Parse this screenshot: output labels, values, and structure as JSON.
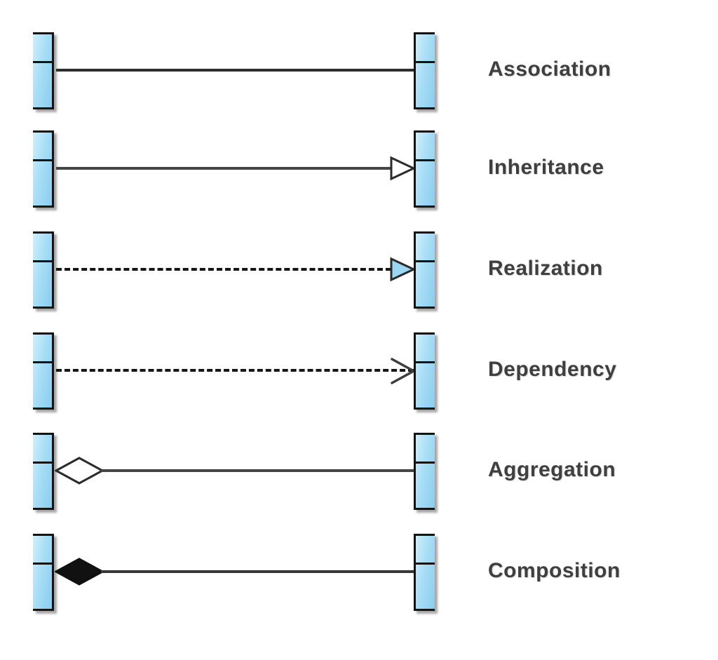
{
  "diagram": {
    "type": "uml-relationship-legend",
    "relationships": [
      {
        "label": "Association",
        "line": "solid",
        "source_marker": "none",
        "target_marker": "none"
      },
      {
        "label": "Inheritance",
        "line": "solid",
        "source_marker": "none",
        "target_marker": "hollow-triangle"
      },
      {
        "label": "Realization",
        "line": "dashed",
        "source_marker": "none",
        "target_marker": "blue-filled-triangle"
      },
      {
        "label": "Dependency",
        "line": "dashed",
        "source_marker": "none",
        "target_marker": "open-arrow"
      },
      {
        "label": "Aggregation",
        "line": "solid",
        "source_marker": "hollow-diamond",
        "target_marker": "none"
      },
      {
        "label": "Composition",
        "line": "solid",
        "source_marker": "filled-diamond",
        "target_marker": "none"
      }
    ],
    "artifacts": {
      "composition_right_box_mark": "("
    },
    "colors": {
      "box_fill_light": "#cfeffb",
      "box_fill_dark": "#8accee",
      "box_border": "#141414",
      "line": "#2e2e2e",
      "dashed_line": "#161616",
      "label_text": "#3f3f3f",
      "hollow_marker_fill": "#ffffff",
      "realization_triangle_fill": "#9bd7f3",
      "filled_diamond_fill": "#111111",
      "background": "#ffffff"
    }
  }
}
